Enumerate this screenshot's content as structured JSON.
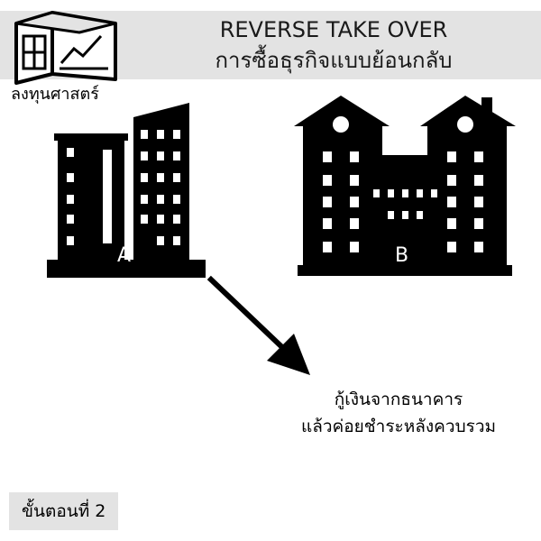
{
  "header": {
    "title_line1": "REVERSE TAKE OVER",
    "title_line2": "การซื้อธุรกิจแบบย้อนกลับ"
  },
  "brand": {
    "name": "ลงทุนศาสตร์",
    "logo_icon": "box-chart-logo-icon"
  },
  "buildings": {
    "a_label": "A",
    "b_label": "B",
    "color": "#000000"
  },
  "description": {
    "line1": "กู้เงินจากธนาคาร",
    "line2": "แล้วค่อยชำระหลังควบรวม"
  },
  "step": {
    "label": "ขั้นตอนที่ 2"
  },
  "colors": {
    "banner": "#e3e3e3",
    "foreground": "#000000"
  }
}
